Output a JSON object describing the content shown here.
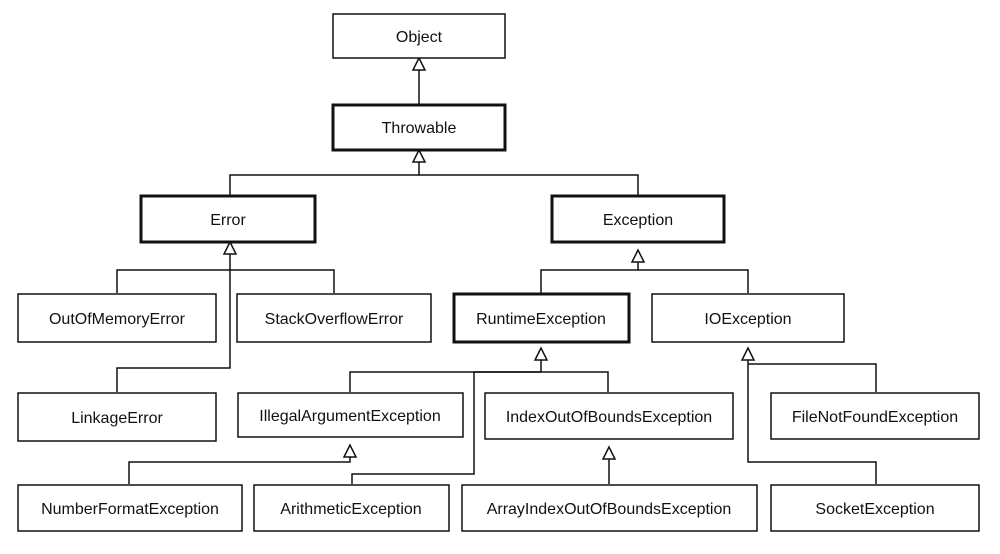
{
  "nodes": {
    "object": "Object",
    "throwable": "Throwable",
    "error": "Error",
    "exception": "Exception",
    "out_of_memory_error": "OutOfMemoryError",
    "stack_overflow_error": "StackOverflowError",
    "runtime_exception": "RuntimeException",
    "io_exception": "IOException",
    "linkage_error": "LinkageError",
    "illegal_argument_exception": "IllegalArgumentException",
    "index_out_of_bounds_exception": "IndexOutOfBoundsException",
    "file_not_found_exception": "FileNotFoundException",
    "number_format_exception": "NumberFormatException",
    "arithmetic_exception": "ArithmeticException",
    "array_index_out_of_bounds_exception": "ArrayIndexOutOfBoundsException",
    "socket_exception": "SocketException"
  },
  "edges": [
    {
      "from": "throwable",
      "to": "object"
    },
    {
      "from": "error",
      "to": "throwable"
    },
    {
      "from": "exception",
      "to": "throwable"
    },
    {
      "from": "out_of_memory_error",
      "to": "error"
    },
    {
      "from": "stack_overflow_error",
      "to": "error"
    },
    {
      "from": "linkage_error",
      "to": "error"
    },
    {
      "from": "runtime_exception",
      "to": "exception"
    },
    {
      "from": "io_exception",
      "to": "exception"
    },
    {
      "from": "illegal_argument_exception",
      "to": "runtime_exception"
    },
    {
      "from": "index_out_of_bounds_exception",
      "to": "runtime_exception"
    },
    {
      "from": "arithmetic_exception",
      "to": "runtime_exception"
    },
    {
      "from": "number_format_exception",
      "to": "illegal_argument_exception"
    },
    {
      "from": "array_index_out_of_bounds_exception",
      "to": "index_out_of_bounds_exception"
    },
    {
      "from": "file_not_found_exception",
      "to": "io_exception"
    },
    {
      "from": "socket_exception",
      "to": "io_exception"
    }
  ],
  "highlighted": [
    "throwable",
    "error",
    "exception",
    "runtime_exception"
  ]
}
